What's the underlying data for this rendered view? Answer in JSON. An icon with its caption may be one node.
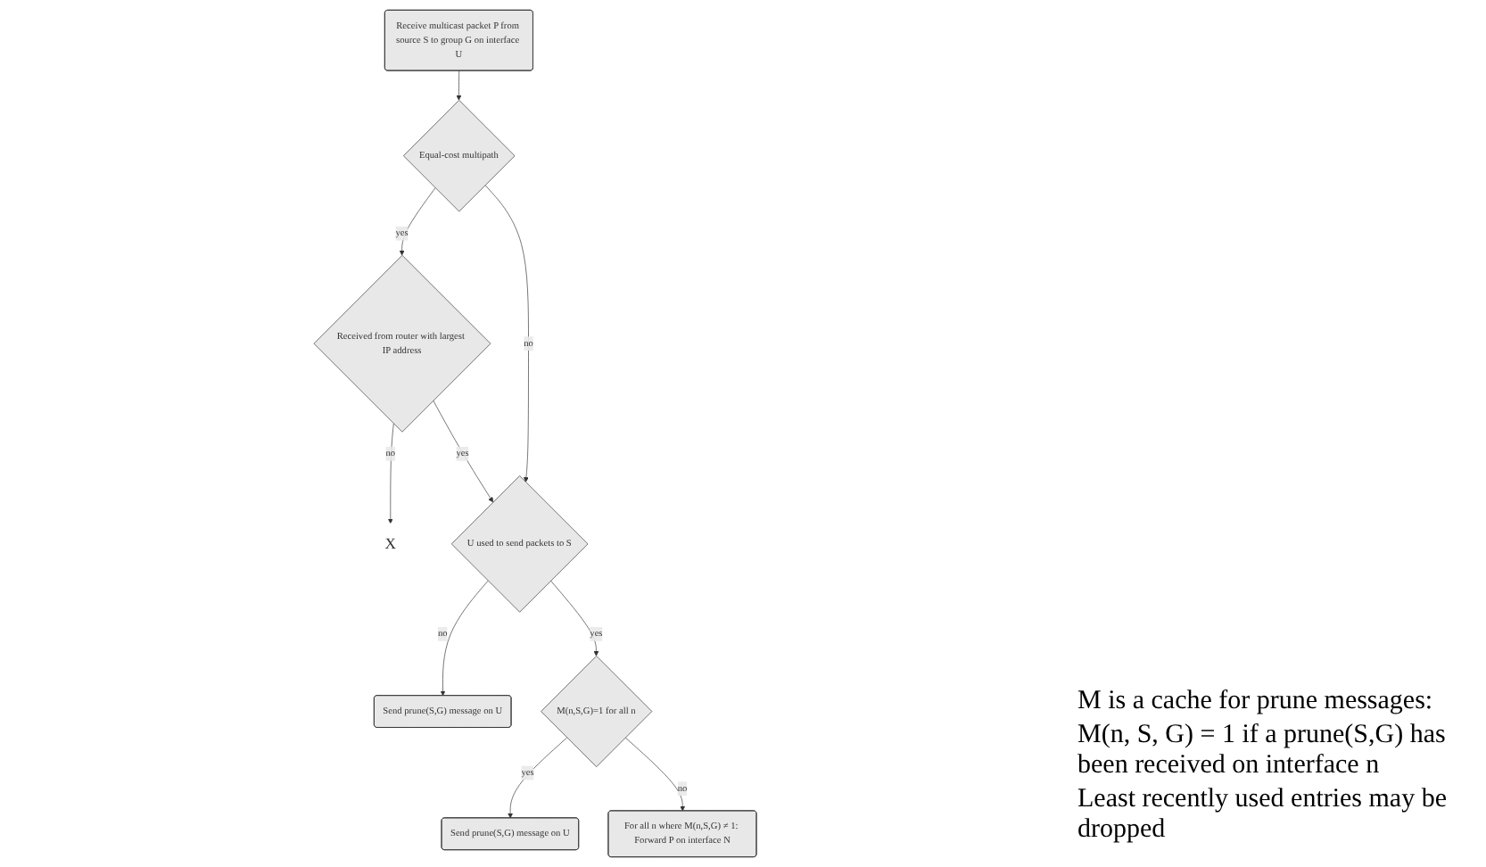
{
  "diagram": {
    "nodes": [
      {
        "text": [
          "Receive multicast packet P from source S to group G on interface U"
        ]
      },
      {
        "text": [
          "Equal-cost multipath"
        ]
      },
      {
        "text": [
          "Received from router with largest IP address"
        ]
      },
      {
        "text": [
          "X"
        ]
      },
      {
        "text": [
          "U used to send packets to S"
        ]
      },
      {
        "text": [
          "Send prune(S,G) message on U"
        ]
      },
      {
        "text": [
          "M(n,S,G)=1 for all n"
        ]
      },
      {
        "text": [
          "Send prune(S,G) message on U"
        ]
      },
      {
        "text": [
          "For all n where M(n,S,G) ≠ 1: Forward P on interface N"
        ]
      }
    ],
    "edges": [
      {
        "from": 0,
        "to": 1,
        "arrow": "to"
      },
      {
        "from": 1,
        "to": 2,
        "arrow": "to",
        "label": "yes"
      },
      {
        "from": 2,
        "to": 3,
        "arrow": "to",
        "label": "no"
      },
      {
        "from": 1,
        "to": 4,
        "arrow": "to",
        "label": "no"
      },
      {
        "from": 2,
        "to": 4,
        "arrow": "to",
        "label": "yes"
      },
      {
        "from": 4,
        "to": 5,
        "arrow": "to",
        "label": "no"
      },
      {
        "from": 4,
        "to": 6,
        "arrow": "to",
        "label": "yes"
      },
      {
        "from": 6,
        "to": 7,
        "arrow": "to",
        "label": "yes"
      },
      {
        "from": 6,
        "to": 8,
        "arrow": "to",
        "label": "no"
      }
    ],
    "labels": [
      "M is a cache for prune messages:",
      "M(n, S, G) = 1 if a prune(S,G) has been received on interface n",
      "Least recently used entries may be dropped"
    ]
  }
}
